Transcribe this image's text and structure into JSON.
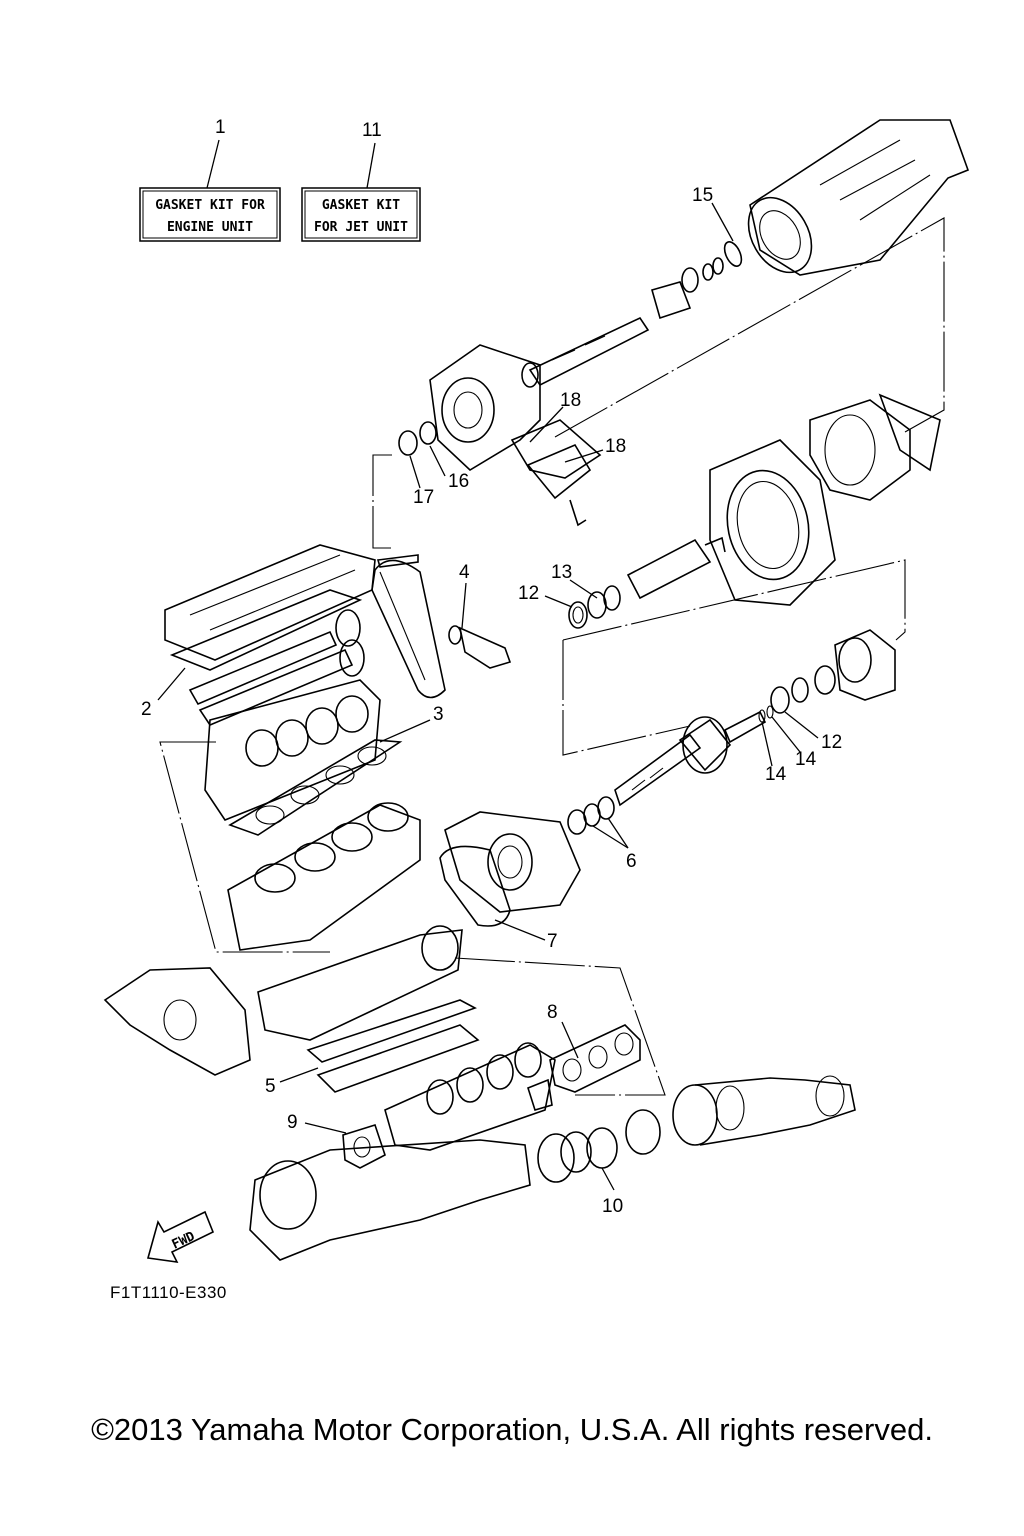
{
  "diagram": {
    "kit_boxes": [
      {
        "ref": "1",
        "lines": [
          "GASKET KIT FOR",
          "ENGINE UNIT"
        ]
      },
      {
        "ref": "11",
        "lines": [
          "GASKET KIT",
          "FOR JET UNIT"
        ]
      }
    ],
    "callouts": [
      "1",
      "11",
      "15",
      "18",
      "18",
      "16",
      "17",
      "4",
      "13",
      "12",
      "2",
      "3",
      "12",
      "14",
      "14",
      "6",
      "7",
      "5",
      "8",
      "9",
      "10"
    ],
    "direction_label": "FWD",
    "figure_code": "F1T1110-E330"
  },
  "footer": {
    "copyright": "©2013 Yamaha Motor Corporation, U.S.A. All rights reserved."
  }
}
